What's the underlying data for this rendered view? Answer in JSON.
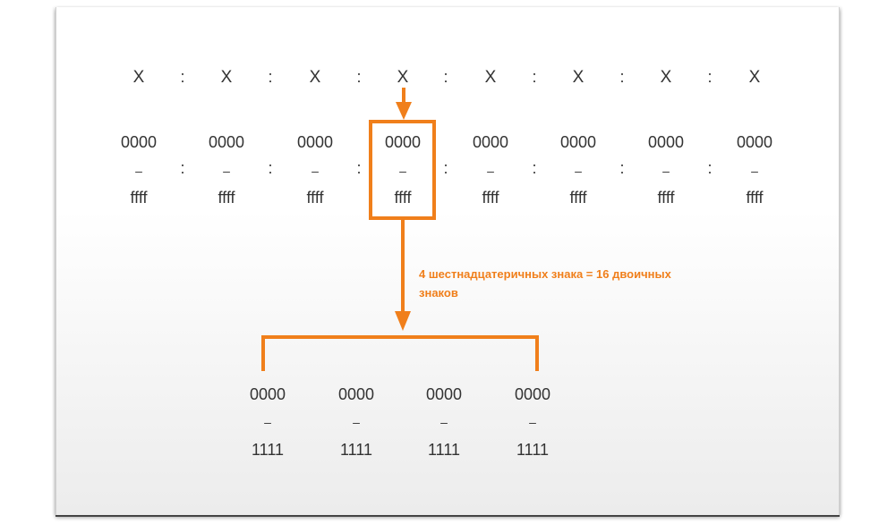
{
  "groups_label": [
    "X",
    "X",
    "X",
    "X",
    "X",
    "X",
    "X",
    "X"
  ],
  "separator": ":",
  "hextet": {
    "min": "0000",
    "dash": "–",
    "max": "ffff"
  },
  "annotation": "4 шестнадцатеричных знака = 16 двоичных знаков",
  "binary_nibbles": [
    {
      "min": "0000",
      "dash": "–",
      "max": "1111"
    },
    {
      "min": "0000",
      "dash": "–",
      "max": "1111"
    },
    {
      "min": "0000",
      "dash": "–",
      "max": "1111"
    },
    {
      "min": "0000",
      "dash": "–",
      "max": "1111"
    }
  ],
  "highlighted_index": 3,
  "accent_color": "#f07f1b",
  "text_color": "#333333"
}
